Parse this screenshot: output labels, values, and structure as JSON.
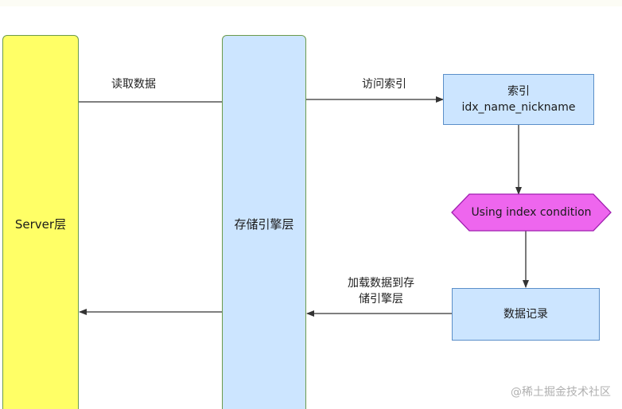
{
  "nodes": {
    "server": "Server层",
    "storage_engine": "存储引擎层",
    "index_title": "索引",
    "index_name": "idx_name_nickname",
    "condition": "Using index condition",
    "data_records": "数据记录"
  },
  "edges": {
    "read_data": "读取数据",
    "access_index": "访问索引",
    "load_line1": "加载数据到存",
    "load_line2": "储引擎层"
  },
  "watermark": "@稀土掘金技术社区",
  "colors": {
    "server_fill": "#ffff66",
    "storage_fill": "#cce5ff",
    "box_border_green": "#6b9a4c",
    "box_border_blue": "#5b8fc9",
    "condition_fill": "#ee66ee",
    "condition_border": "#a01fb0",
    "arrow": "#333333"
  }
}
